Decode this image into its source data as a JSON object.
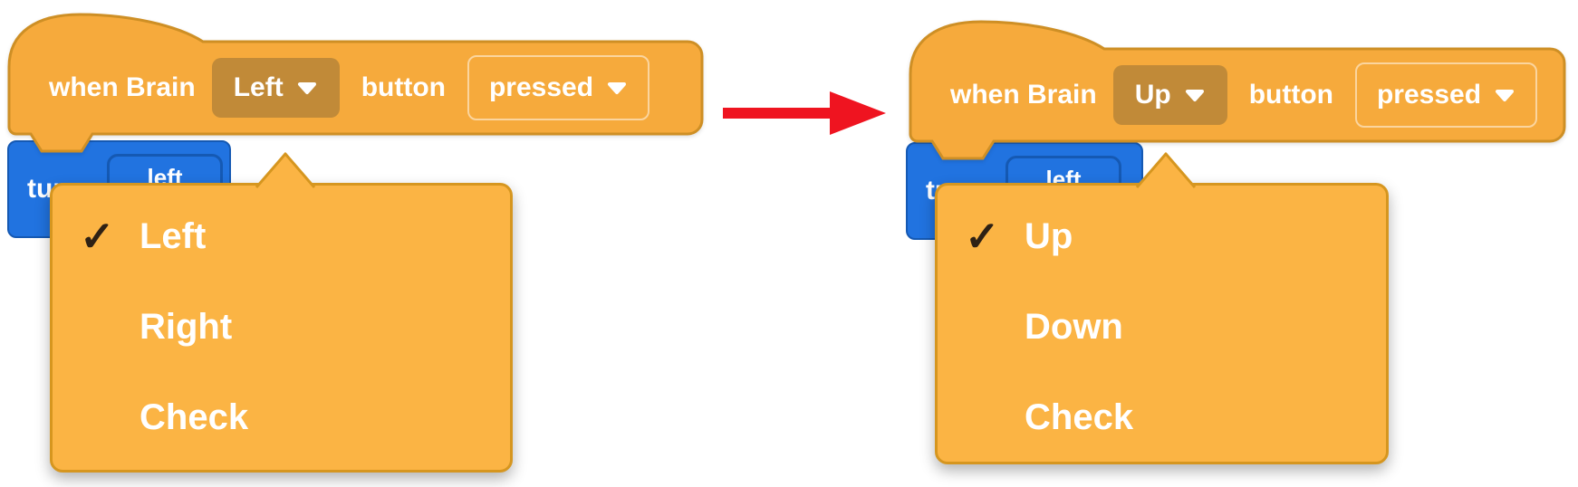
{
  "icons": {
    "check": "✓"
  },
  "colors": {
    "block_orange": "#F6AA3C",
    "block_stroke": "#CE8F25",
    "filled_dropdown": "#C18A38",
    "menu_orange": "#FBB444",
    "menu_stroke": "#D6961F",
    "blue_block": "#2173E0",
    "blue_stroke": "#1559B3",
    "arrow_red": "#EF1420",
    "text_white": "#FFFFFF",
    "check_color": "#2E2114"
  },
  "before": {
    "hat": {
      "prefix": "when Brain",
      "button_value": "Left",
      "middle": "button",
      "state_value": "pressed"
    },
    "turn_block": {
      "label": "turn",
      "field_value": "left"
    },
    "menu": {
      "items": [
        {
          "label": "Left",
          "checked": true
        },
        {
          "label": "Right",
          "checked": false
        },
        {
          "label": "Check",
          "checked": false
        }
      ]
    }
  },
  "after": {
    "hat": {
      "prefix": "when Brain",
      "button_value": "Up",
      "middle": "button",
      "state_value": "pressed"
    },
    "turn_block": {
      "label": "turn",
      "field_value": "left"
    },
    "menu": {
      "items": [
        {
          "label": "Up",
          "checked": true
        },
        {
          "label": "Down",
          "checked": false
        },
        {
          "label": "Check",
          "checked": false
        }
      ]
    }
  }
}
